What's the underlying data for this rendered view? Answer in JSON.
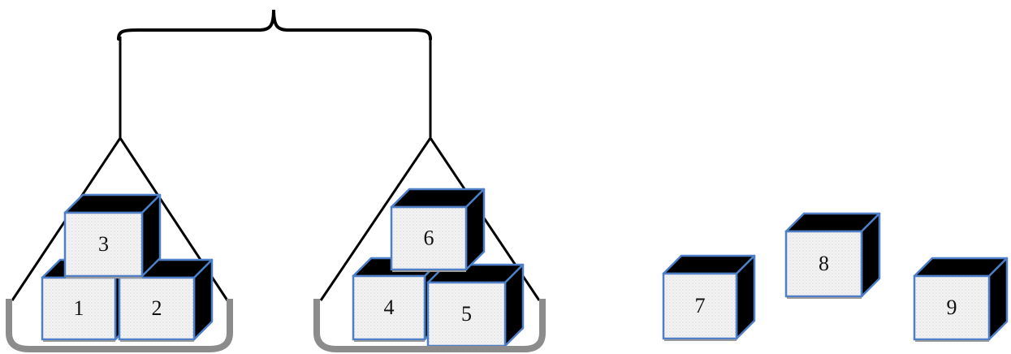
{
  "colors": {
    "cube_front": "#f1f1f1",
    "cube_dark": "#000000",
    "cube_edge": "#4f7fc7",
    "pan": "#8c8c8c",
    "rope": "#000000"
  },
  "left_pan_cubes": [
    {
      "label": "1"
    },
    {
      "label": "2"
    },
    {
      "label": "3"
    }
  ],
  "right_pan_cubes": [
    {
      "label": "4"
    },
    {
      "label": "5"
    },
    {
      "label": "6"
    }
  ],
  "loose_cubes": [
    {
      "label": "7"
    },
    {
      "label": "8"
    },
    {
      "label": "9"
    }
  ]
}
